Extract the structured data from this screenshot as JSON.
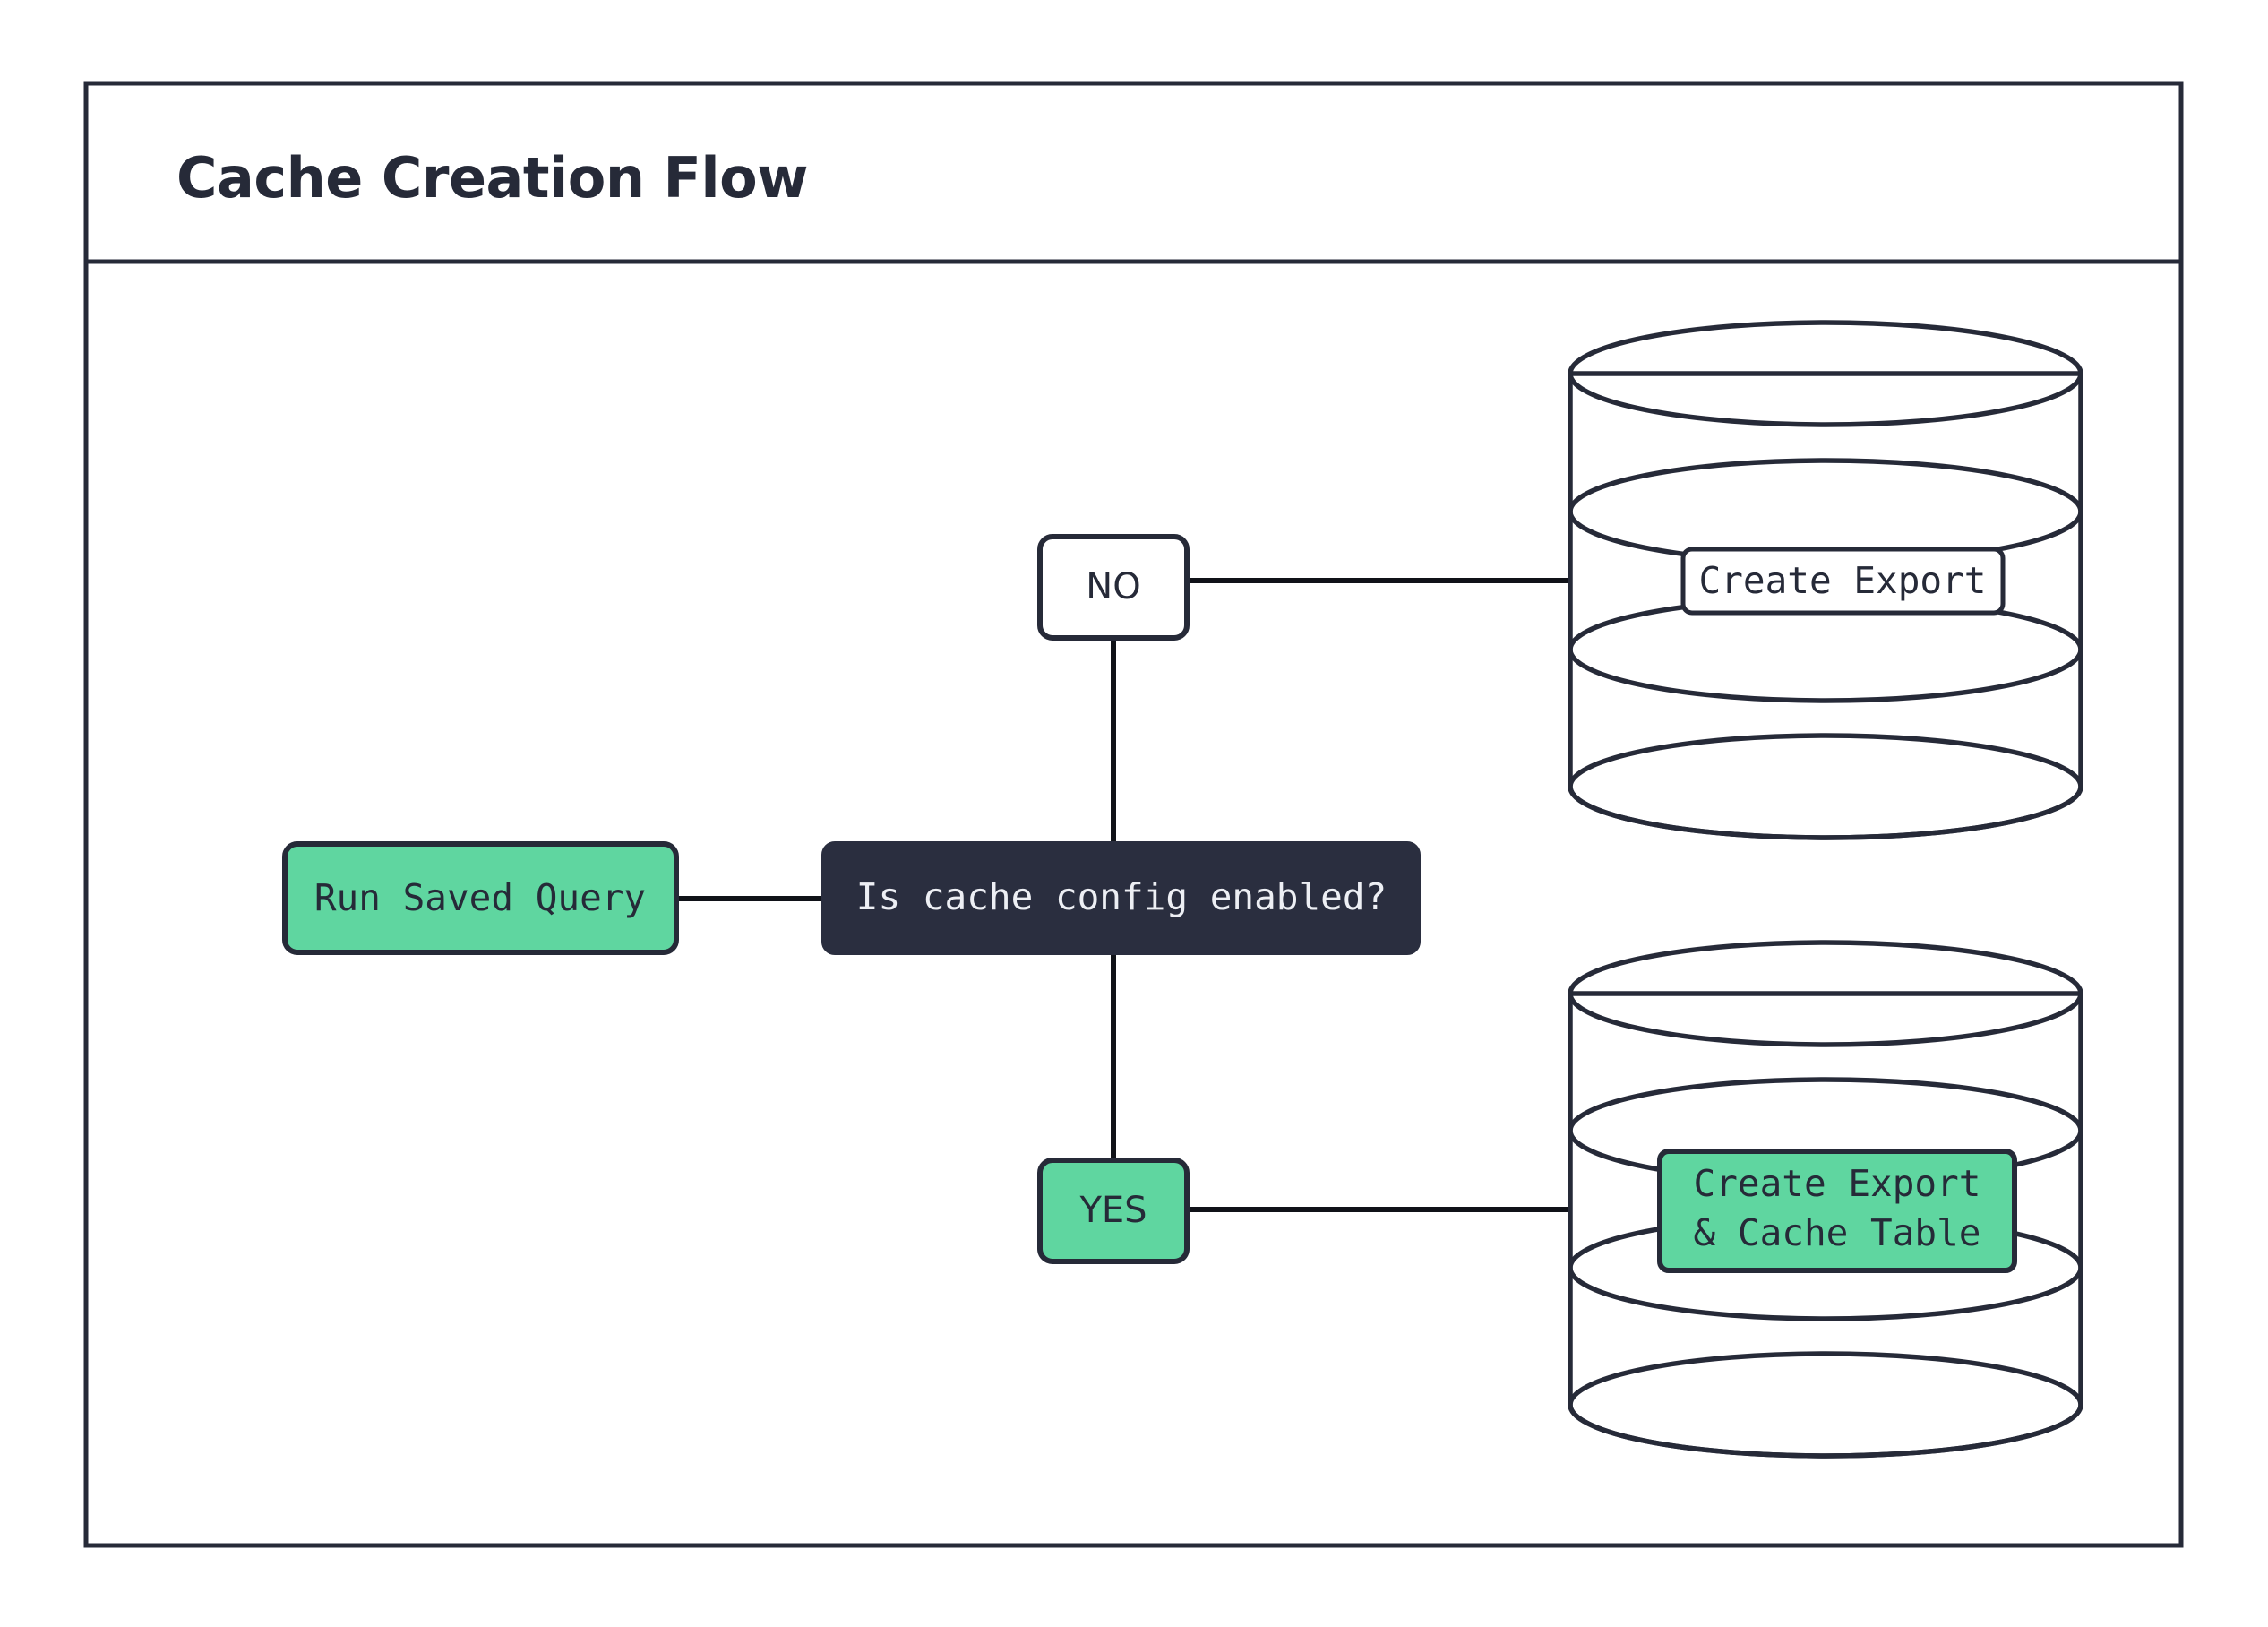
{
  "diagram": {
    "title": "Cache Creation Flow",
    "frame": {
      "border_color": "#262a38",
      "background": "#ffffff"
    },
    "palette": {
      "accent_green": "#5FD6A0",
      "dark": "#262a38",
      "decision_fill": "#2a2e3f",
      "decision_text": "#edeff4",
      "white": "#ffffff",
      "edge": "#101218"
    },
    "nodes": [
      {
        "id": "run-saved-query",
        "label": "Run Saved Query",
        "shape": "rounded-rect",
        "fill": "#5FD6A0",
        "text_color": "#262a38"
      },
      {
        "id": "is-cache-config-enabled",
        "label": "Is cache config enabled?",
        "shape": "rounded-rect",
        "fill": "#2a2e3f",
        "text_color": "#edeff4"
      },
      {
        "id": "branch-no",
        "label": "NO",
        "shape": "rounded-rect",
        "fill": "#ffffff",
        "text_color": "#262a38"
      },
      {
        "id": "branch-yes",
        "label": "YES",
        "shape": "rounded-rect",
        "fill": "#5FD6A0",
        "text_color": "#262a38"
      },
      {
        "id": "create-export",
        "label": "Create Export",
        "shape": "database-cylinder",
        "fill": "#ffffff",
        "text_color": "#262a38"
      },
      {
        "id": "create-export-cache-table",
        "label_line1": "Create Export",
        "label_line2": "& Cache Table",
        "shape": "database-cylinder",
        "fill": "#5FD6A0",
        "text_color": "#262a38"
      }
    ],
    "edges": [
      {
        "from": "run-saved-query",
        "to": "is-cache-config-enabled",
        "label": ""
      },
      {
        "from": "is-cache-config-enabled",
        "to": "branch-no",
        "label": ""
      },
      {
        "from": "branch-no",
        "to": "create-export",
        "label": ""
      },
      {
        "from": "is-cache-config-enabled",
        "to": "branch-yes",
        "label": ""
      },
      {
        "from": "branch-yes",
        "to": "create-export-cache-table",
        "label": ""
      }
    ]
  }
}
